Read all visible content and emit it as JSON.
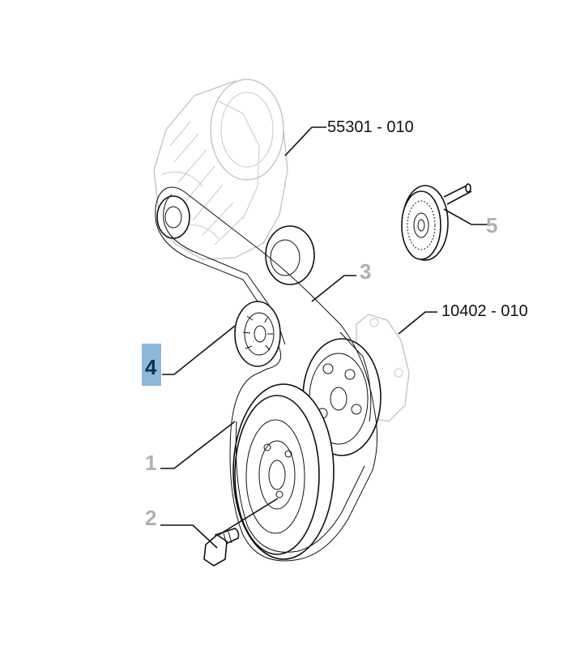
{
  "callouts": [
    {
      "id": "alternator",
      "label": "55301 - 010"
    },
    {
      "id": "idler",
      "label": "5"
    },
    {
      "id": "belt",
      "label": "3"
    },
    {
      "id": "water-pump",
      "label": "10402 - 010"
    },
    {
      "id": "tensioner",
      "label": "4",
      "selected": true
    },
    {
      "id": "crank-pulley",
      "label": "1"
    },
    {
      "id": "bolt",
      "label": "2"
    }
  ],
  "colors": {
    "highlight": "#8fb8d8",
    "faded_number": "#b0b0b0",
    "line": "#111111"
  }
}
